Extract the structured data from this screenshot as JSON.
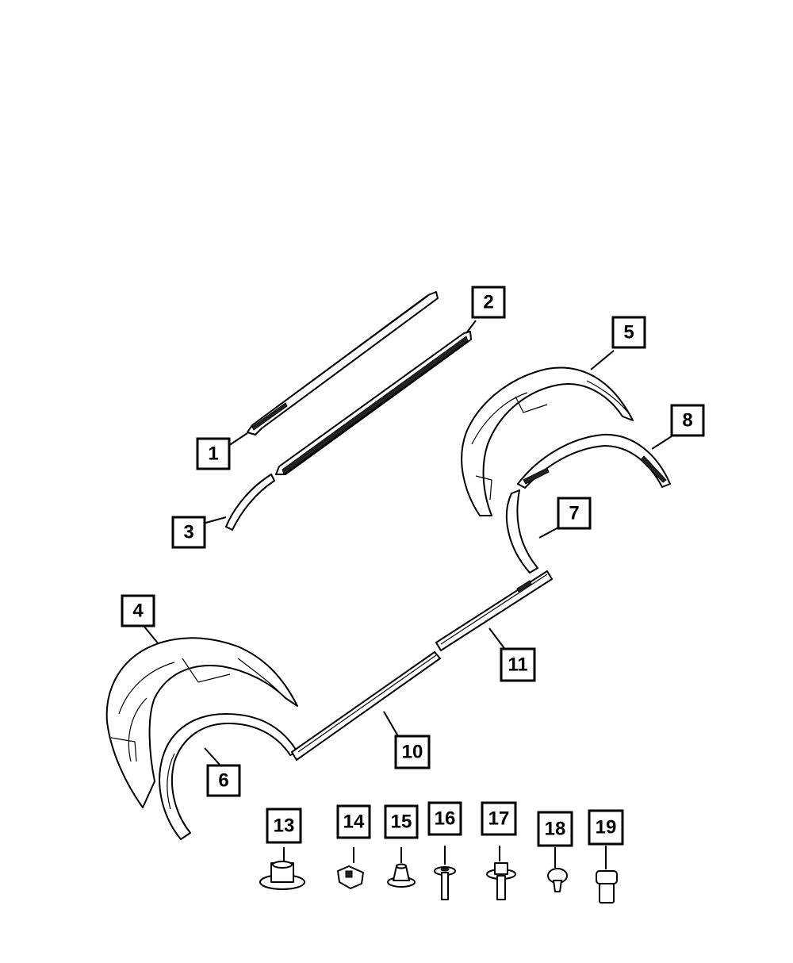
{
  "callouts": [
    {
      "id": "1",
      "label": "1"
    },
    {
      "id": "2",
      "label": "2"
    },
    {
      "id": "3",
      "label": "3"
    },
    {
      "id": "4",
      "label": "4"
    },
    {
      "id": "5",
      "label": "5"
    },
    {
      "id": "6",
      "label": "6"
    },
    {
      "id": "7",
      "label": "7"
    },
    {
      "id": "8",
      "label": "8"
    },
    {
      "id": "10",
      "label": "10"
    },
    {
      "id": "11",
      "label": "11"
    },
    {
      "id": "13",
      "label": "13"
    },
    {
      "id": "14",
      "label": "14"
    },
    {
      "id": "15",
      "label": "15"
    },
    {
      "id": "16",
      "label": "16"
    },
    {
      "id": "17",
      "label": "17"
    },
    {
      "id": "18",
      "label": "18"
    },
    {
      "id": "19",
      "label": "19"
    }
  ],
  "colors": {
    "line": "#000000",
    "background": "#ffffff"
  }
}
